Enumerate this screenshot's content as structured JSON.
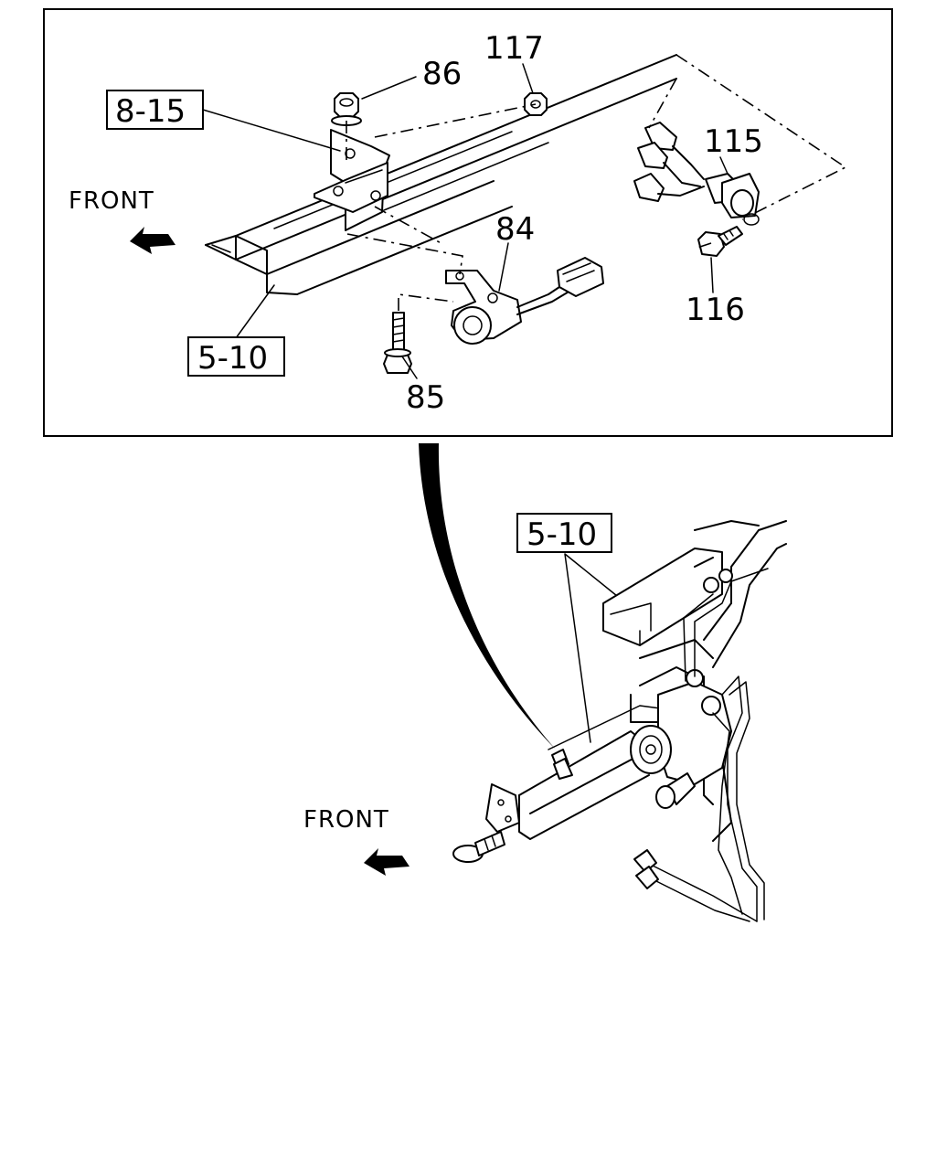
{
  "detail": {
    "callouts": {
      "c117": "117",
      "c86": "86",
      "c115": "115",
      "c84": "84",
      "c116": "116",
      "c85": "85"
    },
    "refs": {
      "r815": "8-15",
      "r510": "5-10"
    },
    "front_label": "FRONT"
  },
  "overview": {
    "ref_510": "5-10",
    "front_label": "FRONT"
  }
}
